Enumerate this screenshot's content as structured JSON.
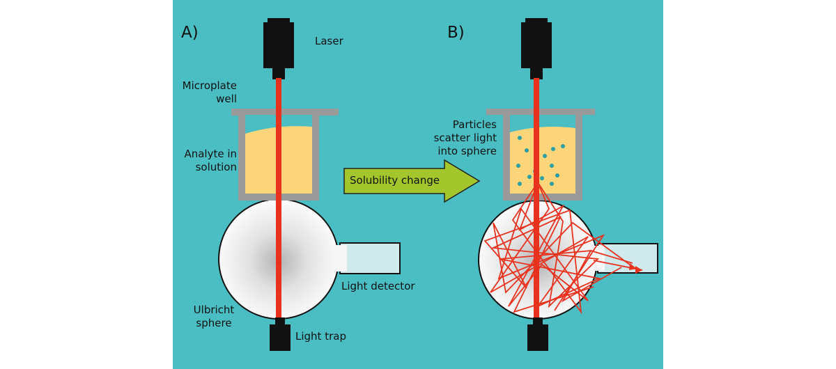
{
  "panels": {
    "a": "A)",
    "b": "B)"
  },
  "labels": {
    "laser": "Laser",
    "microplate_well": "Microplate\nwell",
    "analyte": "Analyte in\nsolution",
    "particles": "Particles\nscatter light\ninto sphere",
    "solubility_change": "Solubility change",
    "light_detector": "Light detector",
    "ulbricht_sphere": "Ulbricht\nsphere",
    "light_trap": "Light trap"
  },
  "colors": {
    "background": "#4bbec3",
    "laser_beam": "#e8321e",
    "device": "#111111",
    "well": "#9a9a9a",
    "solution": "#fcd47a",
    "particle": "#2a9ea2",
    "arrow": "#a3c62c",
    "detector": "#cfe9ec"
  }
}
